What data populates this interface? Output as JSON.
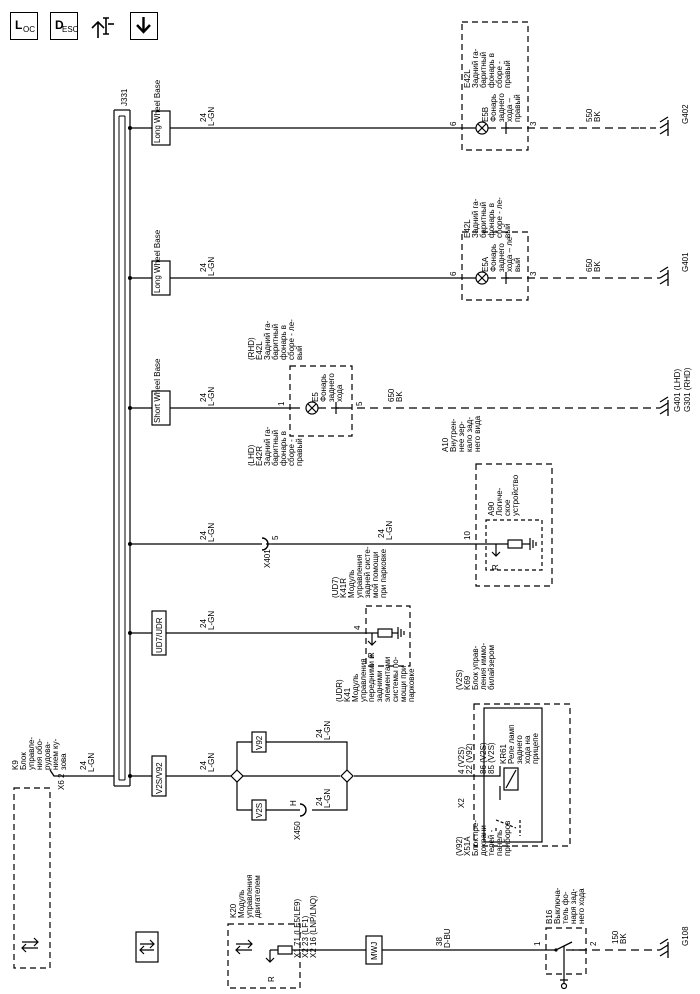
{
  "toolbar": {
    "icons": [
      {
        "name": "loc-icon",
        "main": "L",
        "sub": "OC"
      },
      {
        "name": "desc-icon",
        "main": "D",
        "sub": "ESC"
      },
      {
        "name": "antenna-wrench-icon"
      },
      {
        "name": "down-arrow-icon"
      }
    ]
  },
  "harness": "J331",
  "options": {
    "lwb_right": "Long Wheel Base",
    "lwb_left": "Long Wheel Base",
    "swb": "Short Wheel Base",
    "ud7": "UD7/UDR",
    "v2s_left": "V2S/V92",
    "v92": "V92",
    "v2s": "V2S",
    "mwj": "MWJ"
  },
  "wires": {
    "lgn": "L-GN",
    "gauge": "24",
    "gauge_38": "38",
    "dbu": "D-BU",
    "bk_550": "550",
    "bk_650": "650",
    "bk_150": "150",
    "bk": "BK"
  },
  "grounds": {
    "g402": "G402",
    "g401": "G401",
    "g401_lhd": "G401 (LHD)",
    "g301_rhd": "G301 (RHD)",
    "g108": "G108"
  },
  "components": {
    "e42l_right_lines": [
      "E42L",
      "Задний га-",
      "баритный",
      "фонарь в",
      "сборе -",
      "правый"
    ],
    "e5b_lines": [
      "E5B",
      "Фонарь",
      "заднего",
      "хода –",
      "правый"
    ],
    "e42l_left_lines": [
      "E42L",
      "Задний га-",
      "баритный",
      "фонарь в",
      "сборе - ле-",
      "вый"
    ],
    "e5a_lines": [
      "E5A",
      "Фонарь",
      "заднего",
      "хода – ле-",
      "вый"
    ],
    "rhd_lines": [
      "(RHD)",
      "E42L",
      "Задний га-",
      "баритный",
      "фонарь в",
      "сборе - ле-",
      "вый"
    ],
    "e5_lines": [
      "E5",
      "Фонарь",
      "заднего",
      "хода"
    ],
    "lhd_lines": [
      "(LHD)",
      "E42R",
      "Задний га-",
      "баритный",
      "фонарь в",
      "сборе -",
      "правый"
    ],
    "a10_lines": [
      "A10",
      "Внутрен-",
      "нее зер-",
      "кало зад-",
      "него вида"
    ],
    "a90_lines": [
      "A90",
      "Логиче-",
      "ское",
      "устройство"
    ],
    "k41r_lines": [
      "(UD7)",
      "K41R",
      "Модуль",
      "управления",
      "задней систе-",
      "мой помощи",
      "при парковке"
    ],
    "k41_lines": [
      "(UDR)",
      "K41",
      "Модуль",
      "управления",
      "передними и",
      "задними",
      "элементами",
      "системы по-",
      "мощи при",
      "парковке"
    ],
    "k69_lines": [
      "(V2S)",
      "K69",
      "Блок управ-",
      "ления иммо-",
      "билайзером"
    ],
    "kr61_lines": [
      "KR61",
      "Реле ламп",
      "заднего",
      "хода на",
      "прицепе"
    ],
    "x51a_lines": [
      "(V92)",
      "X51A",
      "Блок пре-",
      "дохрани-",
      "телей -",
      "панель",
      "приборов"
    ],
    "k9_lines": [
      "K9",
      "Блок",
      "управле-",
      "ния обо-",
      "рудова-",
      "нием ку-",
      "зова"
    ],
    "k20_lines": [
      "K20",
      "Модуль",
      "управления",
      "двигателем"
    ],
    "b16_lines": [
      "B16",
      "Выключа-",
      "тель фо-",
      "наря зад-",
      "него хода"
    ]
  },
  "pins": {
    "p6": "6",
    "p3": "3",
    "p1": "1",
    "p5": "5",
    "p10": "10",
    "p4": "4",
    "p2": "2",
    "x401": "X401",
    "x450": "X450",
    "h": "H",
    "x6": "X6",
    "x2": "X2",
    "x1": "X1",
    "p4v2s": "4 (V2S)",
    "p22v92": "22 (V92)",
    "p86": "86 (V2S)",
    "p85": "85 (V2S)",
    "p71": "71 (LE5/LE9)",
    "p23": "23 (LF1)",
    "p16": "16 (LNP/LNQ)",
    "r": "R"
  }
}
